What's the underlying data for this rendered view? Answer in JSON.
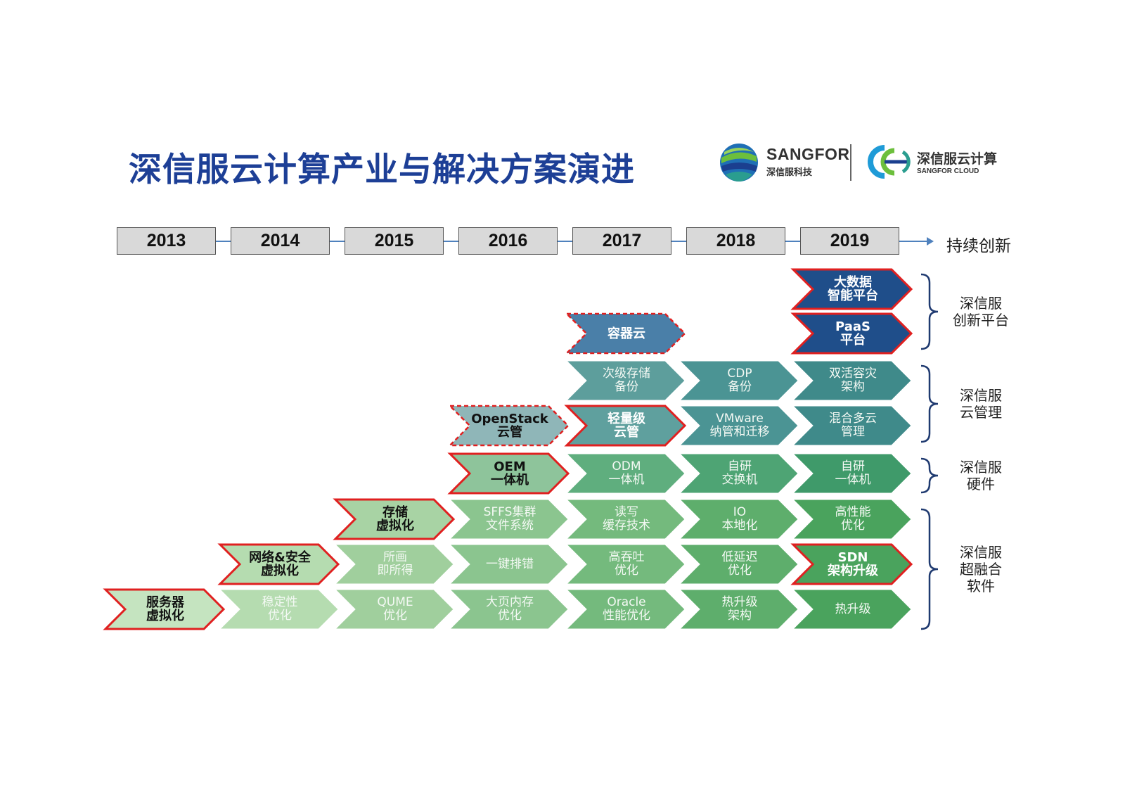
{
  "title": "深信服云计算产业与解决方案演进",
  "logos": {
    "sangfor_text": "SANGFOR",
    "sangfor_sub": "深信服科技",
    "cloud_text": "深信服云计算",
    "cloud_sub": "SANGFOR CLOUD"
  },
  "timeline": {
    "years": [
      "2013",
      "2014",
      "2015",
      "2016",
      "2017",
      "2018",
      "2019"
    ],
    "continue_label": "持续创新"
  },
  "colors": {
    "title": "#1d3f96",
    "year_box": "#d9d9d9",
    "timeline_line": "#4f81bd",
    "highlight_outline": "#e02020",
    "navy": "#1f4e8a",
    "steel_blue": "#4a7fa8",
    "teal": "#3f8e8e",
    "green": "#4aa35a",
    "light_green": "#b5dcb0"
  },
  "categories": [
    {
      "lines": [
        "深信服",
        "创新平台"
      ]
    },
    {
      "lines": [
        "深信服",
        "云管理"
      ]
    },
    {
      "lines": [
        "深信服",
        "硬件"
      ]
    },
    {
      "lines": [
        "深信服",
        "超融合",
        "软件"
      ]
    }
  ],
  "rows": [
    {
      "items": [
        {
          "year": "2019",
          "lines": [
            "大数据",
            "智能平台"
          ],
          "fill": "#1f4e8a",
          "style": "highlight"
        }
      ]
    },
    {
      "items": [
        {
          "year": "2017",
          "lines": [
            "容器云"
          ],
          "fill": "#4a7fa8",
          "style": "dashed"
        },
        {
          "year": "2019",
          "lines": [
            "PaaS",
            "平台"
          ],
          "fill": "#1f4e8a",
          "style": "highlight"
        }
      ]
    },
    {
      "items": [
        {
          "year": "2017",
          "lines": [
            "次级存储",
            "备份"
          ],
          "fill": "#5d9e9c",
          "style": "normal"
        },
        {
          "year": "2018",
          "lines": [
            "CDP",
            "备份"
          ],
          "fill": "#4b9494",
          "style": "normal"
        },
        {
          "year": "2019",
          "lines": [
            "双活容灾",
            "架构"
          ],
          "fill": "#3f8a8a",
          "style": "normal"
        }
      ]
    },
    {
      "items": [
        {
          "year": "2016",
          "lines": [
            "OpenStack",
            "云管"
          ],
          "fill": "#8fb6b8",
          "style": "dashed"
        },
        {
          "year": "2017",
          "lines": [
            "轻量级",
            "云管"
          ],
          "fill": "#5fa09e",
          "style": "highlight"
        },
        {
          "year": "2018",
          "lines": [
            "VMware",
            "纳管和迁移"
          ],
          "fill": "#4b9494",
          "style": "normal"
        },
        {
          "year": "2019",
          "lines": [
            "混合多云",
            "管理"
          ],
          "fill": "#3f8a8a",
          "style": "normal"
        }
      ]
    },
    {
      "items": [
        {
          "year": "2016",
          "lines": [
            "OEM",
            "一体机"
          ],
          "fill": "#8ec49b",
          "style": "highlight"
        },
        {
          "year": "2017",
          "lines": [
            "ODM",
            "一体机"
          ],
          "fill": "#5fae7e",
          "style": "normal"
        },
        {
          "year": "2018",
          "lines": [
            "自研",
            "交换机"
          ],
          "fill": "#4ea474",
          "style": "normal"
        },
        {
          "year": "2019",
          "lines": [
            "自研",
            "一体机"
          ],
          "fill": "#3f9a6a",
          "style": "normal"
        }
      ]
    },
    {
      "items": [
        {
          "year": "2015",
          "lines": [
            "存储",
            "虚拟化"
          ],
          "fill": "#a8d3a4",
          "style": "highlight"
        },
        {
          "year": "2016",
          "lines": [
            "SFFS集群",
            "文件系统"
          ],
          "fill": "#8bc58f",
          "style": "normal"
        },
        {
          "year": "2017",
          "lines": [
            "读写",
            "缓存技术"
          ],
          "fill": "#74ba7d",
          "style": "normal"
        },
        {
          "year": "2018",
          "lines": [
            "IO",
            "本地化"
          ],
          "fill": "#5eae6c",
          "style": "normal"
        },
        {
          "year": "2019",
          "lines": [
            "高性能",
            "优化"
          ],
          "fill": "#4aa35d",
          "style": "normal"
        }
      ]
    },
    {
      "items": [
        {
          "year": "2014",
          "lines": [
            "网络&安全",
            "虚拟化"
          ],
          "fill": "#b5dcb0",
          "style": "highlight"
        },
        {
          "year": "2015",
          "lines": [
            "所画",
            "即所得"
          ],
          "fill": "#a0cf9d",
          "style": "normal"
        },
        {
          "year": "2016",
          "lines": [
            "一键排错"
          ],
          "fill": "#8bc58f",
          "style": "normal"
        },
        {
          "year": "2017",
          "lines": [
            "高吞吐",
            "优化"
          ],
          "fill": "#74ba7d",
          "style": "normal"
        },
        {
          "year": "2018",
          "lines": [
            "低延迟",
            "优化"
          ],
          "fill": "#5eae6c",
          "style": "normal"
        },
        {
          "year": "2019",
          "lines": [
            "SDN",
            "架构升级"
          ],
          "fill": "#4aa35d",
          "style": "highlight"
        }
      ]
    },
    {
      "items": [
        {
          "year": "2013",
          "lines": [
            "服务器",
            "虚拟化"
          ],
          "fill": "#c5e4c0",
          "style": "highlight"
        },
        {
          "year": "2014",
          "lines": [
            "稳定性",
            "优化"
          ],
          "fill": "#b5dcb0",
          "style": "normal"
        },
        {
          "year": "2015",
          "lines": [
            "QUME",
            "优化"
          ],
          "fill": "#a0cf9d",
          "style": "normal"
        },
        {
          "year": "2016",
          "lines": [
            "大页内存",
            "优化"
          ],
          "fill": "#8bc58f",
          "style": "normal"
        },
        {
          "year": "2017",
          "lines": [
            "Oracle",
            "性能优化"
          ],
          "fill": "#74ba7d",
          "style": "normal"
        },
        {
          "year": "2018",
          "lines": [
            "热升级",
            "架构"
          ],
          "fill": "#5eae6c",
          "style": "normal"
        },
        {
          "year": "2019",
          "lines": [
            "热升级"
          ],
          "fill": "#4aa35d",
          "style": "normal"
        }
      ]
    }
  ]
}
